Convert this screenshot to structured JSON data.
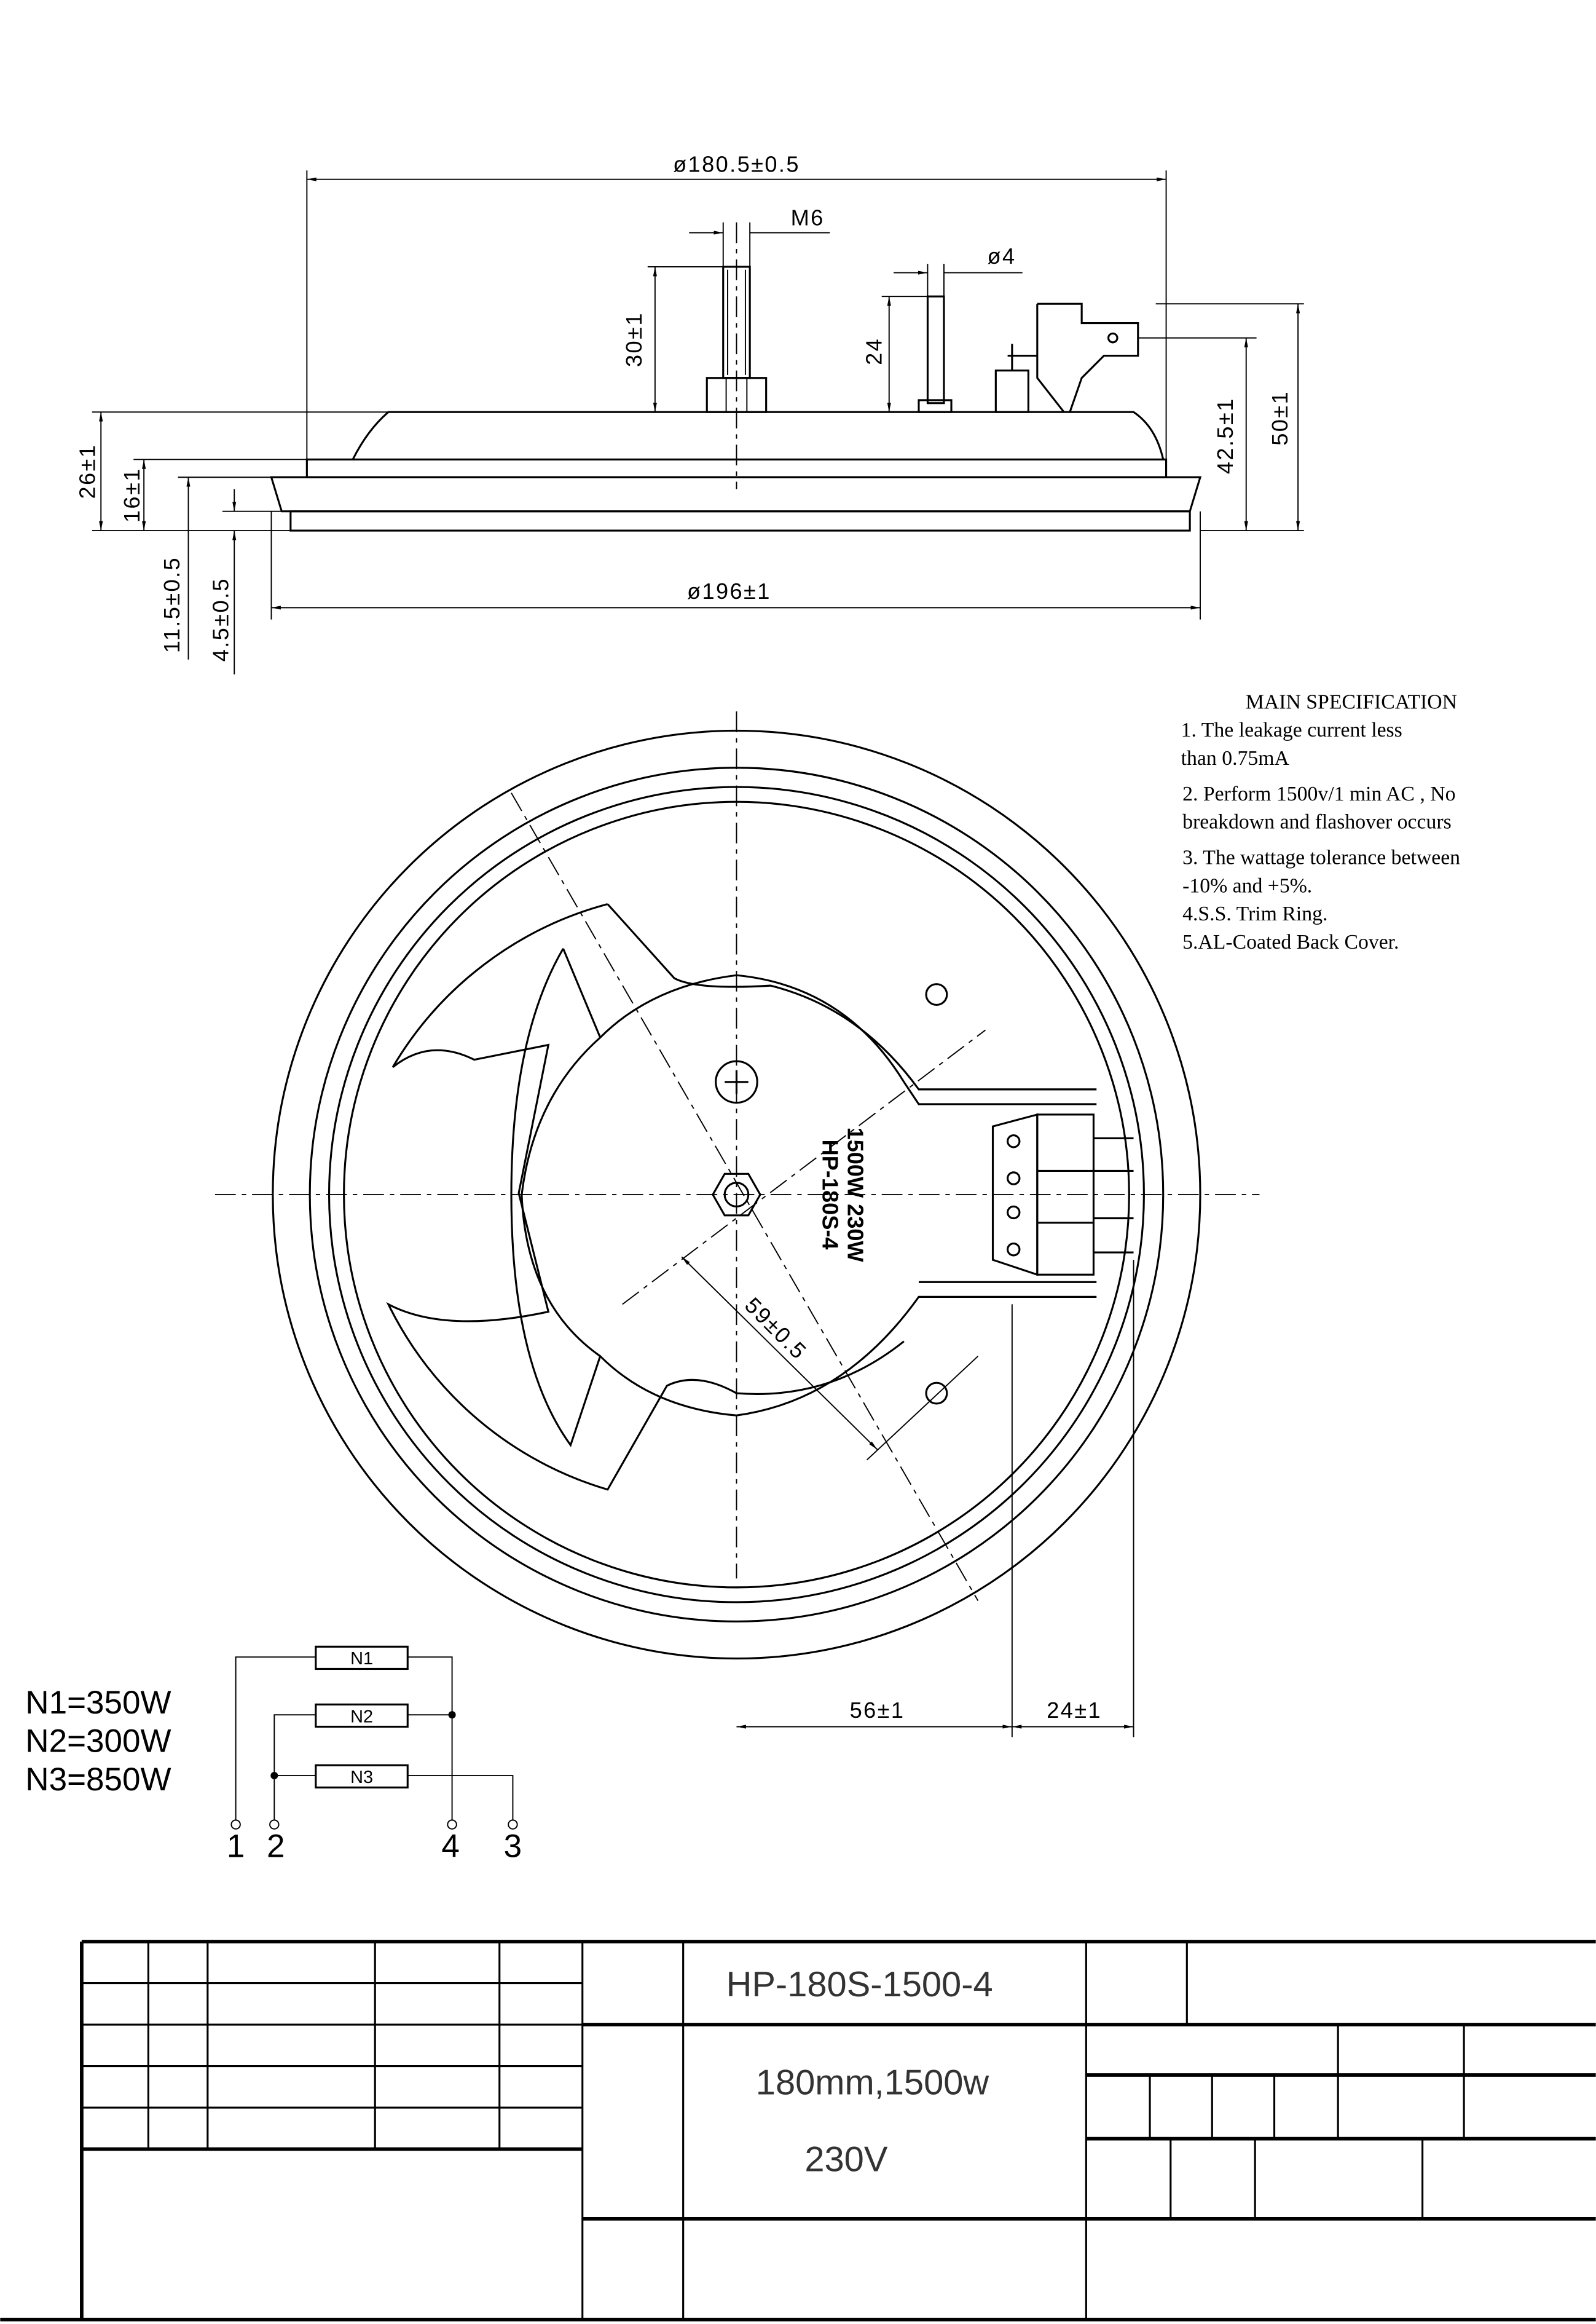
{
  "side_view": {
    "dims": {
      "outer_dia": "ø180.5±0.5",
      "bolt": "M6",
      "pin_dia": "ø4",
      "bolt_height": "30±1",
      "pin_height": "24",
      "h26": "26±1",
      "h16": "16±1",
      "h11_5": "11.5±0.5",
      "h4_5": "4.5±0.5",
      "h42_5": "42.5±1",
      "h50": "50±1",
      "ring_dia": "ø196±1"
    }
  },
  "plan_view": {
    "marking_line1": "HP-180S-4",
    "marking_line2": "1500W 230W",
    "radius_dim": "59±0.5",
    "dim_56": "56±1",
    "dim_24": "24±1"
  },
  "specification": {
    "title": "MAIN SPECIFICATION",
    "lines": [
      "1.  The leakage current less",
      "than 0.75mA",
      "2. Perform 1500v/1 min AC , No",
      "breakdown and flashover occurs",
      "3. The wattage tolerance between",
      "-10% and +5%.",
      "4.S.S.  Trim Ring.",
      "5.AL-Coated Back Cover."
    ]
  },
  "circuit": {
    "ratings": [
      "N1=350W",
      "N2=300W",
      "N3=850W"
    ],
    "elements": [
      "N1",
      "N2",
      "N3"
    ],
    "terminals": [
      "1",
      "2",
      "4",
      "3"
    ]
  },
  "title_block": {
    "model": "HP-180S-1500-4",
    "size_power": "180mm,1500w",
    "voltage": "230V"
  }
}
